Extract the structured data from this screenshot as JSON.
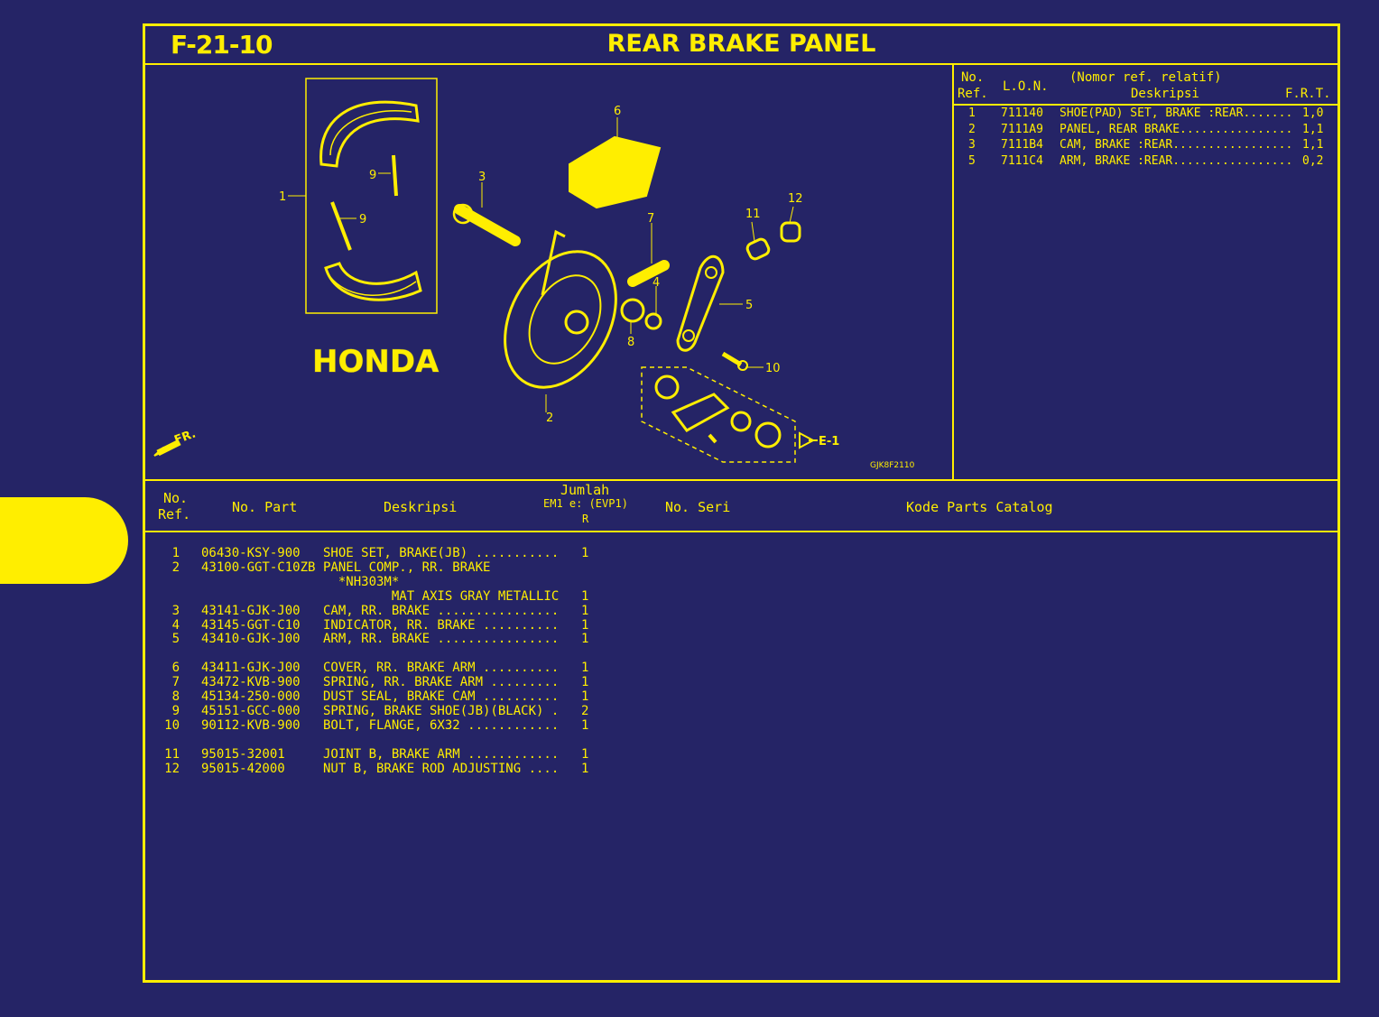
{
  "header": {
    "code": "F-21-10",
    "title": "REAR BRAKE PANEL"
  },
  "diagram": {
    "callouts": [
      "1",
      "2",
      "3",
      "4",
      "5",
      "6",
      "7",
      "8",
      "9",
      "9",
      "10",
      "11",
      "12"
    ],
    "front_label": "FR.",
    "ref_label": "E-1",
    "figure_code": "GJK8F2110",
    "watermark": "HONDA"
  },
  "ref_table": {
    "headers": {
      "no_ref_1": "No.",
      "no_ref_2": "Ref.",
      "lon": "L.O.N.",
      "desc_1": "(Nomor ref. relatif)",
      "desc_2": "Deskripsi",
      "frt": "F.R.T."
    },
    "rows": [
      {
        "ref": "1",
        "lon": "711140",
        "desc": "SHOE(PAD) SET, BRAKE :REAR.......",
        "frt": "1,0"
      },
      {
        "ref": "2",
        "lon": "7111A9",
        "desc": "PANEL, REAR BRAKE................",
        "frt": "1,1"
      },
      {
        "ref": "3",
        "lon": "7111B4",
        "desc": "CAM, BRAKE :REAR.................",
        "frt": "1,1"
      },
      {
        "ref": "5",
        "lon": "7111C4",
        "desc": "ARM, BRAKE :REAR.................",
        "frt": "0,2"
      }
    ]
  },
  "parts_table": {
    "headers": {
      "no_ref_1": "No.",
      "no_ref_2": "Ref.",
      "part": "No. Part",
      "desc": "Deskripsi",
      "qty_1": "Jumlah",
      "qty_2": "EM1 e: (EVP1)",
      "qty_3": "R",
      "serial": "No. Seri",
      "catalog": "Kode Parts Catalog"
    },
    "rows": [
      {
        "ref": "1",
        "part": "06430-KSY-900",
        "desc": "SHOE SET, BRAKE(JB) ...........",
        "qty": "1"
      },
      {
        "ref": "2",
        "part": "43100-GGT-C10ZB",
        "desc": "PANEL COMP., RR. BRAKE",
        "qty": ""
      },
      {
        "ref": "",
        "part": "",
        "desc": "  *NH303M*",
        "qty": ""
      },
      {
        "ref": "",
        "part": "",
        "desc": "         MAT AXIS GRAY METALLIC",
        "qty": "1"
      },
      {
        "ref": "3",
        "part": "43141-GJK-J00",
        "desc": "CAM, RR. BRAKE ................",
        "qty": "1"
      },
      {
        "ref": "4",
        "part": "43145-GGT-C10",
        "desc": "INDICATOR, RR. BRAKE ..........",
        "qty": "1"
      },
      {
        "ref": "5",
        "part": "43410-GJK-J00",
        "desc": "ARM, RR. BRAKE ................",
        "qty": "1"
      },
      {
        "ref": "6",
        "part": "43411-GJK-J00",
        "desc": "COVER, RR. BRAKE ARM ..........",
        "qty": "1"
      },
      {
        "ref": "7",
        "part": "43472-KVB-900",
        "desc": "SPRING, RR. BRAKE ARM .........",
        "qty": "1"
      },
      {
        "ref": "8",
        "part": "45134-250-000",
        "desc": "DUST SEAL, BRAKE CAM ..........",
        "qty": "1"
      },
      {
        "ref": "9",
        "part": "45151-GCC-000",
        "desc": "SPRING, BRAKE SHOE(JB)(BLACK) .",
        "qty": "2"
      },
      {
        "ref": "10",
        "part": "90112-KVB-900",
        "desc": "BOLT, FLANGE, 6X32 ............",
        "qty": "1"
      },
      {
        "ref": "11",
        "part": "95015-32001",
        "desc": "JOINT B, BRAKE ARM ............",
        "qty": "1"
      },
      {
        "ref": "12",
        "part": "95015-42000",
        "desc": "NUT B, BRAKE ROD ADJUSTING ....",
        "qty": "1"
      }
    ]
  }
}
